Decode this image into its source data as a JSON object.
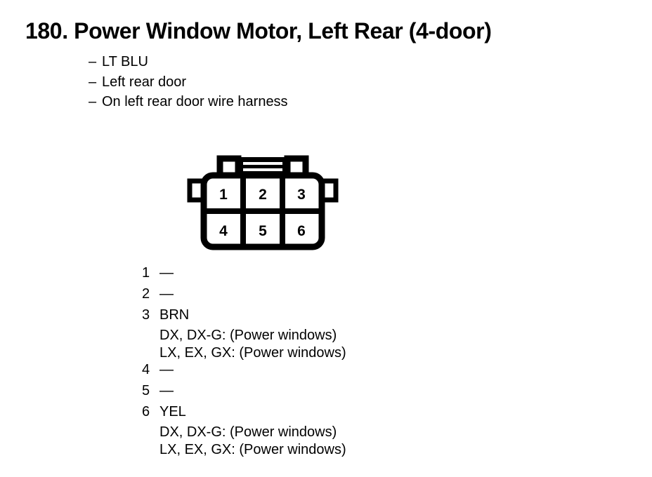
{
  "document": {
    "title_number": "180.",
    "title_text": "Power Window Motor, Left Rear (4-door)",
    "full_title": "180. Power Window Motor, Left Rear (4-door)"
  },
  "descriptors": {
    "bullet_glyph": "–",
    "items": [
      "LT BLU",
      "Left rear door",
      "On left rear door wire harness"
    ]
  },
  "connector": {
    "type": "6-pin connector",
    "rows": 2,
    "columns": 3,
    "pin_labels_top": [
      "1",
      "2",
      "3"
    ],
    "pin_labels_bottom": [
      "4",
      "5",
      "6"
    ],
    "outline_color": "#000000",
    "fill_color": "#ffffff"
  },
  "pin_table": {
    "empty_glyph": "—",
    "entries": [
      {
        "pin": "1",
        "wire": "—",
        "notes": []
      },
      {
        "pin": "2",
        "wire": "—",
        "notes": []
      },
      {
        "pin": "3",
        "wire": "BRN",
        "notes": [
          "DX, DX-G: (Power windows)",
          "LX, EX, GX: (Power windows)"
        ]
      },
      {
        "pin": "4",
        "wire": "—",
        "notes": []
      },
      {
        "pin": "5",
        "wire": "—",
        "notes": []
      },
      {
        "pin": "6",
        "wire": "YEL",
        "notes": [
          "DX, DX-G: (Power windows)",
          "LX, EX, GX: (Power windows)"
        ]
      }
    ]
  }
}
